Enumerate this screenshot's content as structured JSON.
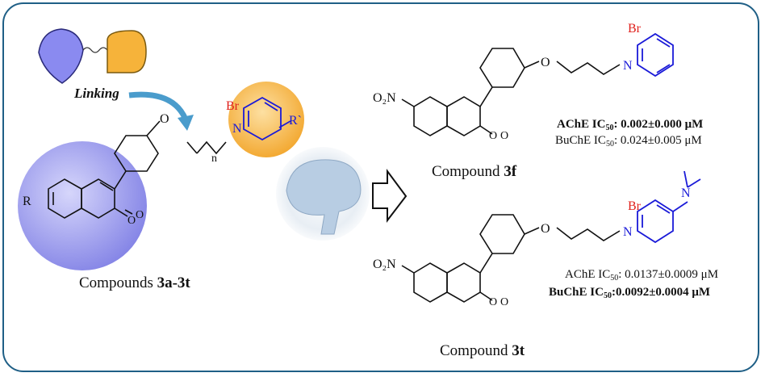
{
  "linking_label": "Linking",
  "general": {
    "caption_prefix": "Compounds ",
    "caption_id": "3a-3t",
    "r_label": "R",
    "r2_label": "R`",
    "n_label": "n",
    "o_label": "O",
    "br_label": "Br",
    "n_plus_label": "N"
  },
  "compound_3f": {
    "caption_prefix": "Compound ",
    "caption_id": "3f",
    "ache_label": "AChE IC",
    "ache_sub": "50",
    "ache_value": ": 0.002±0.000 μM",
    "buche_label": "BuChE IC",
    "buche_sub": "50",
    "buche_value": ": 0.024±0.005 μM",
    "o2n_label": "O₂N"
  },
  "compound_3t": {
    "caption_prefix": "Compound ",
    "caption_id": "3t",
    "ache_label": "AChE IC",
    "ache_sub": "50",
    "ache_value": ": 0.0137±0.0009 μM",
    "buche_label": "BuChE IC",
    "buche_sub": "50",
    "buche_value": ":0.0092±0.0004 μM",
    "o2n_label": "O₂N"
  },
  "colors": {
    "frame": "#1f5f86",
    "arrow": "#4a9ccc",
    "purple": "#8f8fe8",
    "orange": "#f6b33a",
    "blue_bond": "#1a1ad8",
    "br_red": "#e0201c"
  }
}
